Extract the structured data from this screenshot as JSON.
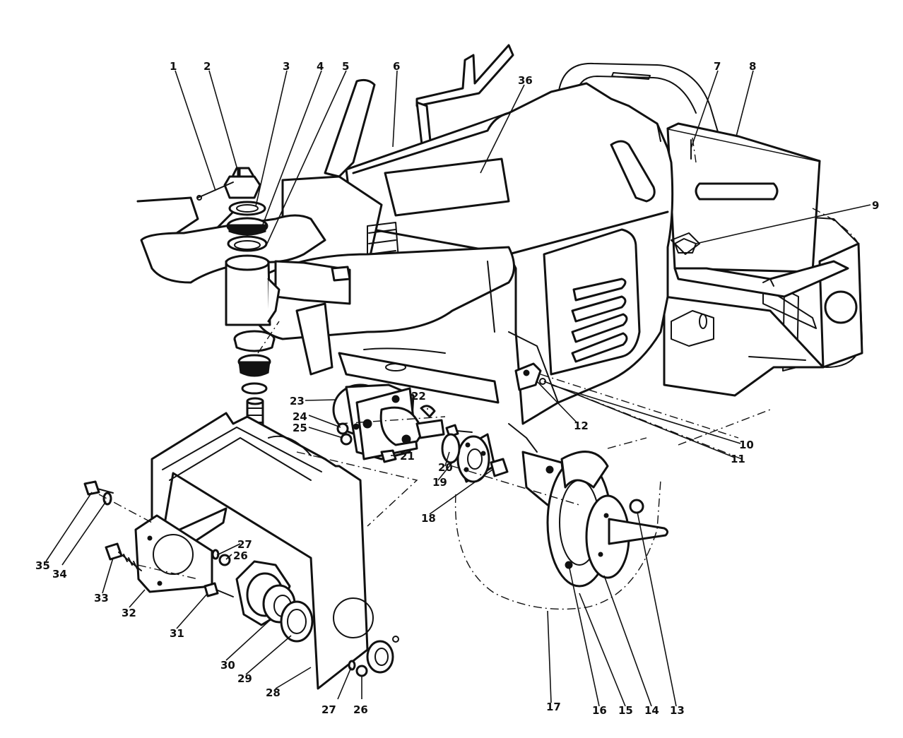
{
  "diagram": {
    "callouts": [
      "1",
      "2",
      "3",
      "4",
      "5",
      "6",
      "36",
      "7",
      "8",
      "9",
      "10",
      "11",
      "12",
      "13",
      "14",
      "15",
      "16",
      "17",
      "18",
      "19",
      "20",
      "21",
      "22",
      "23",
      "24",
      "25",
      "26",
      "27",
      "26",
      "27",
      "28",
      "29",
      "30",
      "31",
      "32",
      "33",
      "34",
      "35"
    ]
  }
}
